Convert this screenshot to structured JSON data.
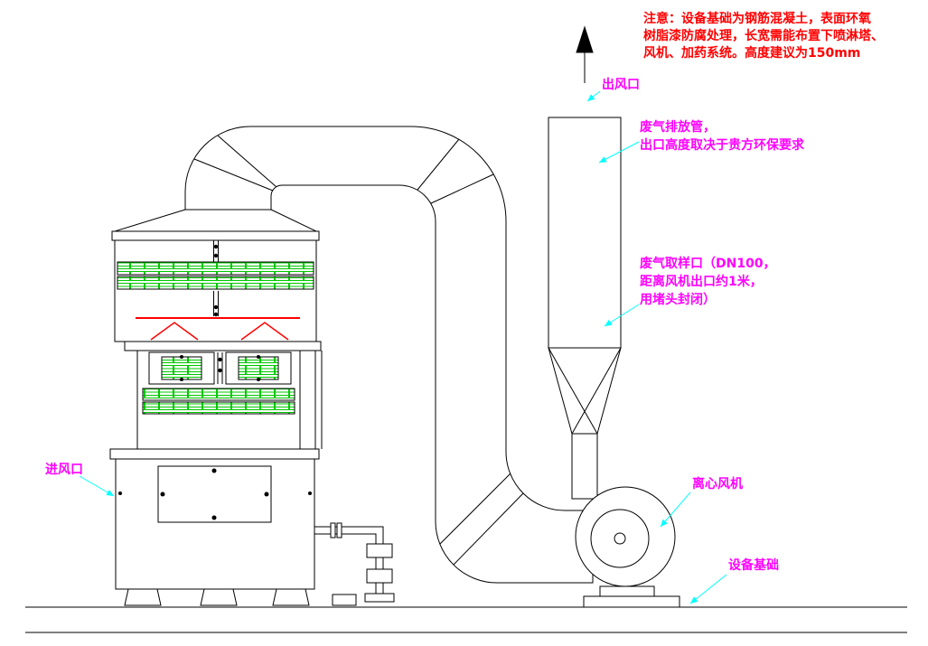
{
  "colors": {
    "drawing_line": "#000000",
    "note_text": "#ff0000",
    "label_text": "#ff00ff",
    "leader_line": "#00ffff",
    "packing_hatch": "#00c800",
    "spray_header": "#ff0000",
    "background": "#ffffff"
  },
  "icons": {
    "flow_arrow": "↑"
  },
  "note": {
    "line1": "注意：设备基础为钢筋混凝土，表面环氧",
    "line2": "树脂漆防腐处理，长宽需能布置下喷淋塔、",
    "line3": "风机、加药系统。高度建议为150mm"
  },
  "labels": {
    "air_outlet": "出风口",
    "exhaust_pipe_line1": "废气排放管，",
    "exhaust_pipe_line2": "出口高度取决于贵方环保要求",
    "sampling_port_line1": "废气取样口（DN100，",
    "sampling_port_line2": "距离风机出口约1米，",
    "sampling_port_line3": "用堵头封闭）",
    "air_inlet": "进风口",
    "centrifugal_fan": "离心风机",
    "equipment_foundation": "设备基础"
  }
}
